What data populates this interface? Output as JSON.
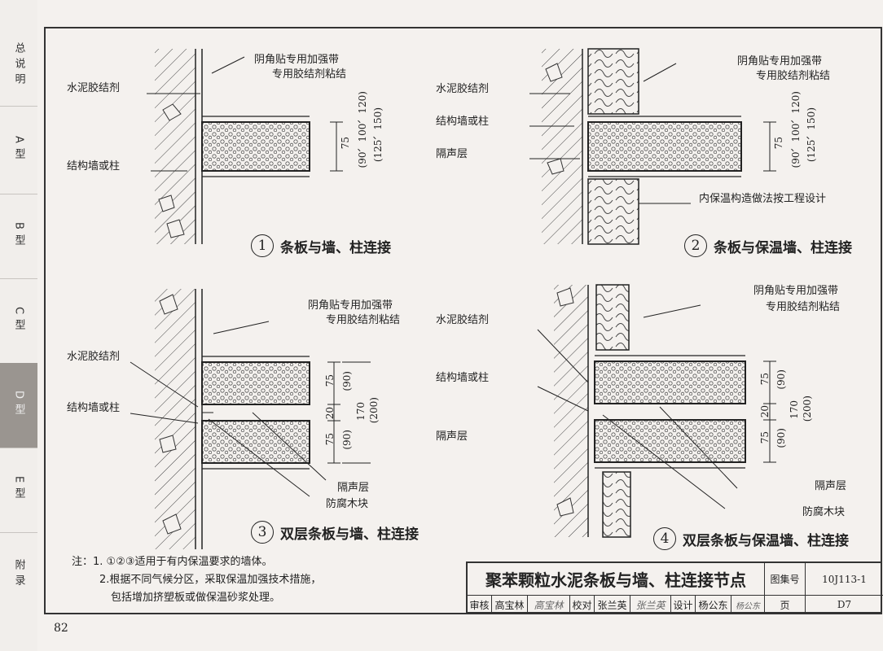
{
  "sidebar": {
    "tabs": [
      {
        "label": "总说明",
        "active": false
      },
      {
        "label": "A型",
        "active": false
      },
      {
        "label": "B型",
        "active": false
      },
      {
        "label": "C型",
        "active": false
      },
      {
        "label": "D型",
        "active": true
      },
      {
        "label": "E型",
        "active": false
      },
      {
        "label": "附录",
        "active": false
      }
    ]
  },
  "details": {
    "d1": {
      "num": "1",
      "caption": "条板与墙、柱连接",
      "labels": {
        "reinforce_tape": "阴角贴专用加强带",
        "adhesive": "专用胶结剂粘结",
        "cement_binder": "水泥胶结剂",
        "structural_wall": "结构墙或柱"
      },
      "dims": {
        "t75": "75",
        "t_alt": "(90、100、120)",
        "t_alt2": "(125、150)"
      }
    },
    "d2": {
      "num": "2",
      "caption": "条板与保温墙、柱连接",
      "labels": {
        "reinforce_tape": "阴角贴专用加强带",
        "adhesive": "专用胶结剂粘结",
        "cement_binder": "水泥胶结剂",
        "structural_wall": "结构墙或柱",
        "sound_layer": "隔声层",
        "insulation": "内保温构造做法按工程设计"
      },
      "dims": {
        "t75": "75",
        "t_alt": "(90、100、120)",
        "t_alt2": "(125、150)"
      }
    },
    "d3": {
      "num": "3",
      "caption": "双层条板与墙、柱连接",
      "labels": {
        "reinforce_tape": "阴角贴专用加强带",
        "adhesive": "专用胶结剂粘结",
        "cement_binder": "水泥胶结剂",
        "structural_wall": "结构墙或柱",
        "sound_layer": "隔声层",
        "wood_block": "防腐木块"
      },
      "dims": {
        "a": "75",
        "a_alt": "(90)",
        "gap": "20",
        "b": "75",
        "b_alt": "(90)",
        "total": "170",
        "total_alt": "(200)"
      }
    },
    "d4": {
      "num": "4",
      "caption": "双层条板与保温墙、柱连接",
      "labels": {
        "reinforce_tape": "阴角贴专用加强带",
        "adhesive": "专用胶结剂粘结",
        "cement_binder": "水泥胶结剂",
        "structural_wall": "结构墙或柱",
        "sound_layer_left": "隔声层",
        "sound_layer_right": "隔声层",
        "wood_block": "防腐木块"
      },
      "dims": {
        "a": "75",
        "a_alt": "(90)",
        "gap": "20",
        "b": "75",
        "b_alt": "(90)",
        "total": "170",
        "total_alt": "(200)"
      }
    }
  },
  "notes": {
    "prefix": "注：",
    "line1": "1.  ①②③适用于有内保温要求的墙体。",
    "line2": "2.根据不同气候分区，采取保温加强技术措施，",
    "line3": "包括增加挤塑板或做保温砂浆处理。"
  },
  "title_block": {
    "title": "聚苯颗粒水泥条板与墙、柱连接节点",
    "atlas_label": "图集号",
    "atlas_no": "10J113-1",
    "review_label": "审核",
    "reviewer": "高宝林",
    "review_sign": "高宝林",
    "check_label": "校对",
    "checker": "张兰英",
    "check_sign": "张兰英",
    "design_label": "设计",
    "designer": "杨公东",
    "design_sign": "杨公东",
    "page_label": "页",
    "page_no": "D7"
  },
  "page_number": "82"
}
